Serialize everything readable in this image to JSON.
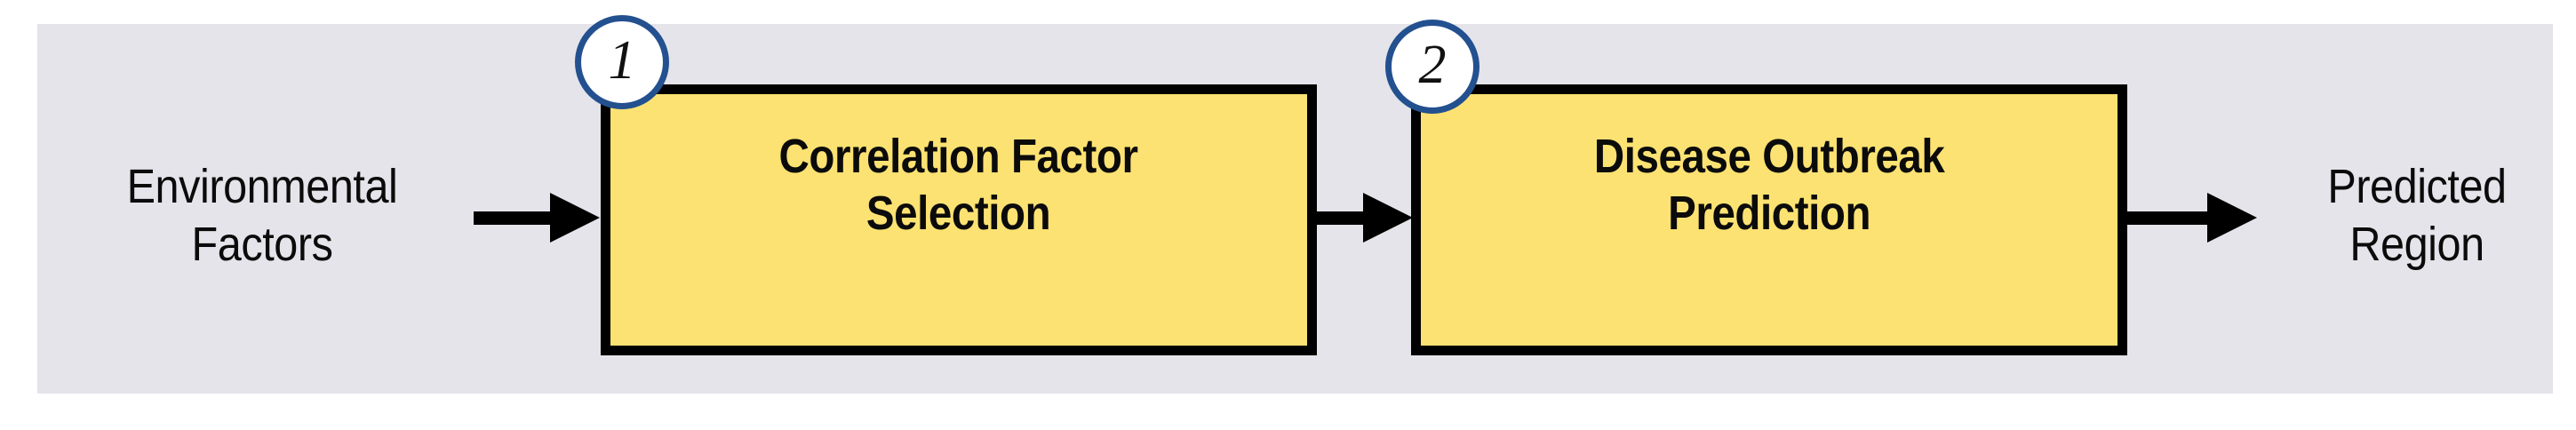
{
  "figure": {
    "type": "flow-diagram",
    "panel_background": "#e4e4ea",
    "box_fill": "#fce272",
    "box_border": "#000000",
    "badge_border": "#23508f",
    "badge_fill": "#ffffff",
    "arrow_color": "#000000",
    "text_color": "#0b0b0b"
  },
  "input": {
    "label": "Environmental\nFactors"
  },
  "output": {
    "label": "Predicted\nRegion"
  },
  "steps": [
    {
      "badge": "1",
      "label": "Correlation Factor\nSelection"
    },
    {
      "badge": "2",
      "label": "Disease Outbreak\nPrediction"
    }
  ],
  "arrows": [
    {
      "name": "input-to-step-1",
      "icon": "arrow-right-icon"
    },
    {
      "name": "step-1-to-step-2",
      "icon": "arrow-right-icon"
    },
    {
      "name": "step-2-to-output",
      "icon": "arrow-right-icon"
    }
  ]
}
